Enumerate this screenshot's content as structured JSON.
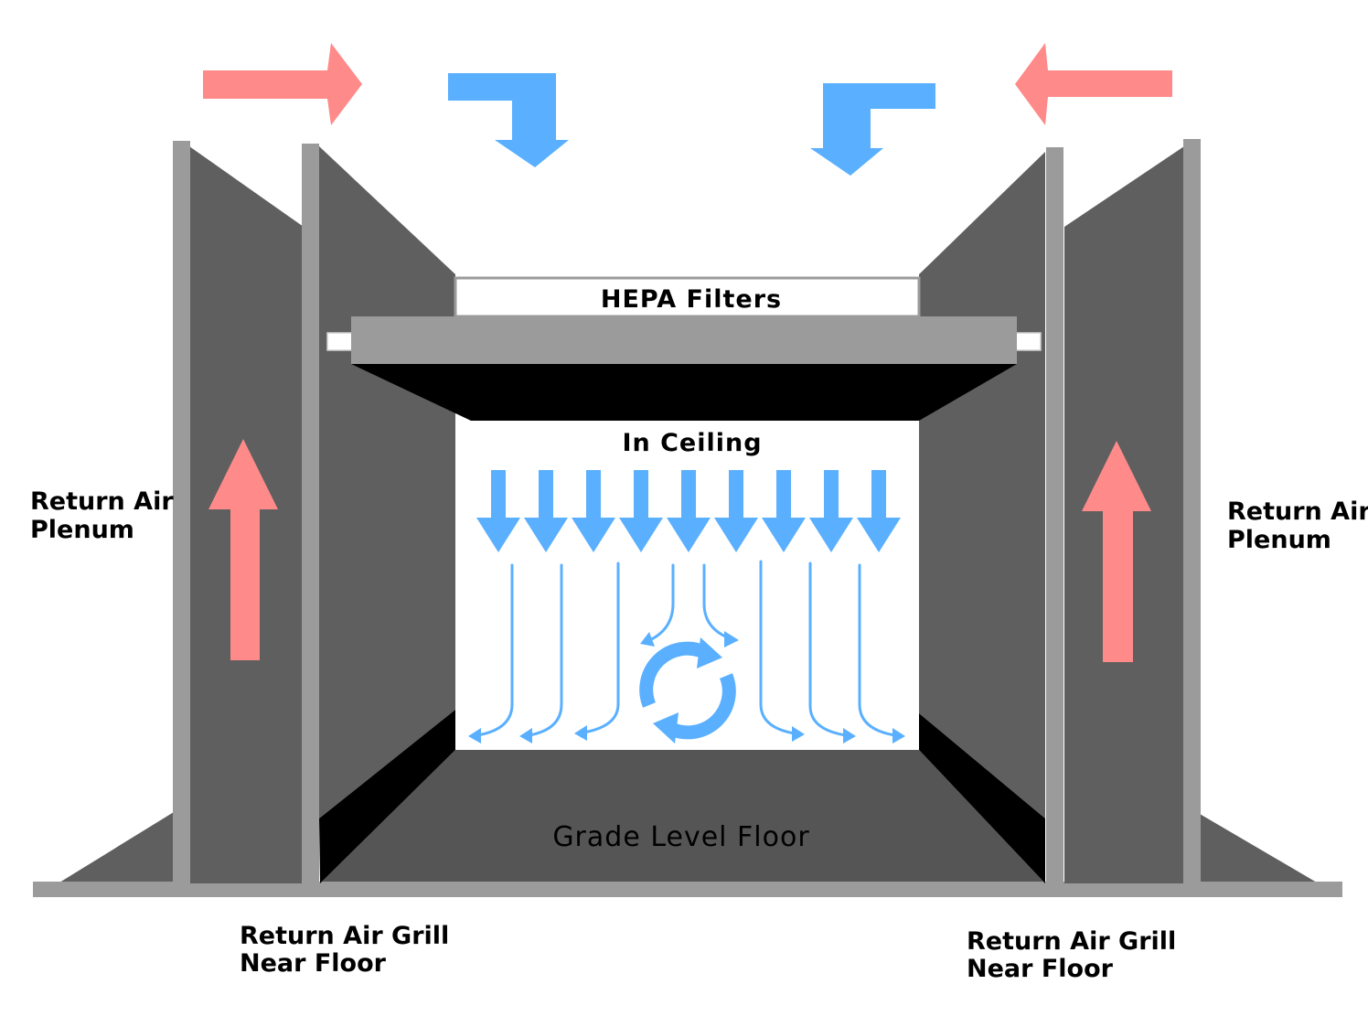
{
  "labels": {
    "hepa": "HEPA Filters",
    "ceiling": "In Ceiling",
    "floor": "Grade Level Floor",
    "plenum_left_line1": "Return Air",
    "plenum_left_line2": "Plenum",
    "plenum_right_line1": "Return Air",
    "plenum_right_line2": "Plenum",
    "grill_left_line1": "Return Air Grill",
    "grill_left_line2": "Near Floor",
    "grill_right_line1": "Return Air Grill",
    "grill_right_line2": "Near Floor"
  },
  "colors": {
    "return_air": "#FF8A8A",
    "supply_air": "#5AB0FF",
    "panel_dark": "#5F5F5F",
    "panel_darker": "#555555",
    "post": "#9B9B9B",
    "black": "#000000"
  },
  "icons": {
    "recirculation": "recirculate-icon",
    "supply": "down-arrow-icon",
    "return": "up-arrow-icon"
  }
}
